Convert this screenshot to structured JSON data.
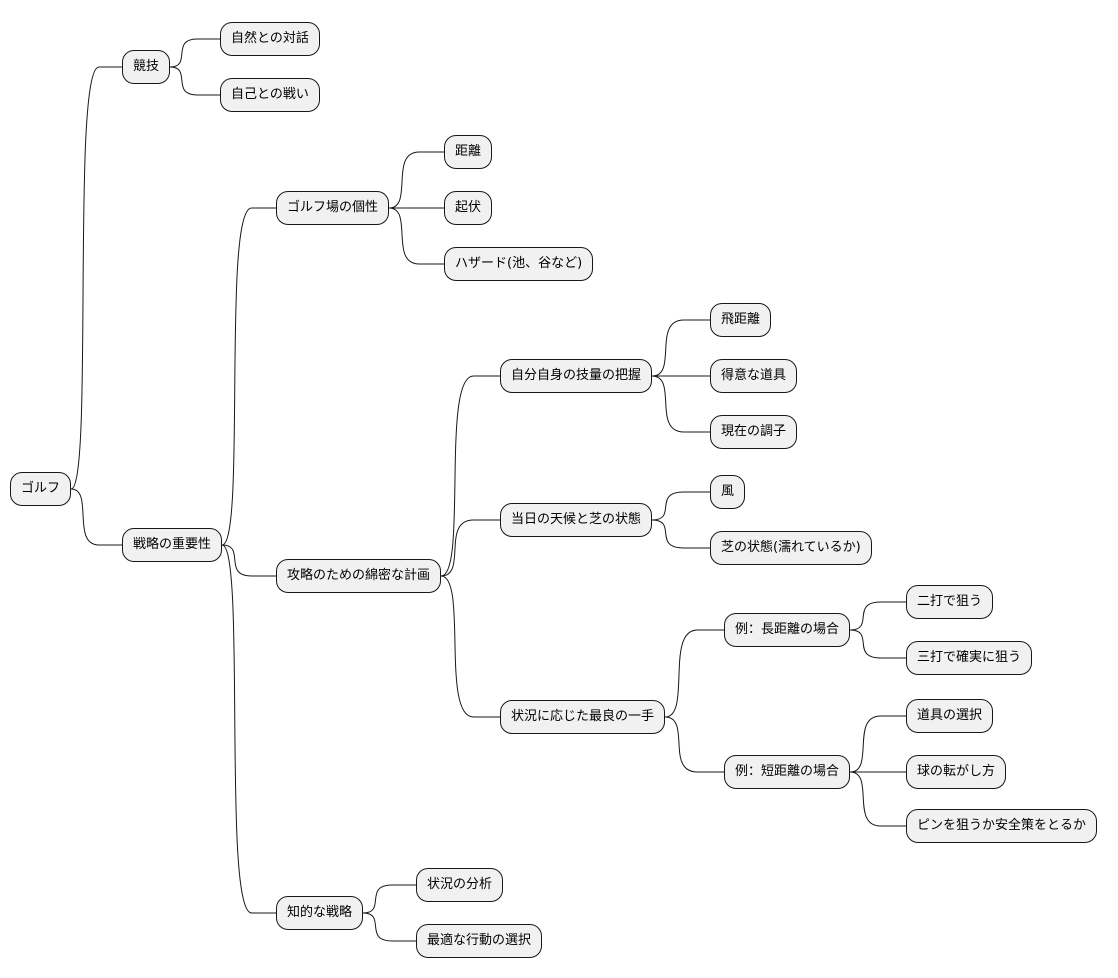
{
  "mindmap": {
    "root": {
      "label": "ゴルフ",
      "children": [
        {
          "label": "競技",
          "children": [
            {
              "label": "自然との対話"
            },
            {
              "label": "自己との戦い"
            }
          ]
        },
        {
          "label": "戦略の重要性",
          "children": [
            {
              "label": "ゴルフ場の個性",
              "children": [
                {
                  "label": "距離"
                },
                {
                  "label": "起伏"
                },
                {
                  "label": "ハザード(池、谷など)"
                }
              ]
            },
            {
              "label": "攻略のための綿密な計画",
              "children": [
                {
                  "label": "自分自身の技量の把握",
                  "children": [
                    {
                      "label": "飛距離"
                    },
                    {
                      "label": "得意な道具"
                    },
                    {
                      "label": "現在の調子"
                    }
                  ]
                },
                {
                  "label": "当日の天候と芝の状態",
                  "children": [
                    {
                      "label": "風"
                    },
                    {
                      "label": "芝の状態(濡れているか)"
                    }
                  ]
                },
                {
                  "label": "状況に応じた最良の一手",
                  "children": [
                    {
                      "label": "例：長距離の場合",
                      "children": [
                        {
                          "label": "二打で狙う"
                        },
                        {
                          "label": "三打で確実に狙う"
                        }
                      ]
                    },
                    {
                      "label": "例：短距離の場合",
                      "children": [
                        {
                          "label": "道具の選択"
                        },
                        {
                          "label": "球の転がし方"
                        },
                        {
                          "label": "ピンを狙うか安全策をとるか"
                        }
                      ]
                    }
                  ]
                }
              ]
            },
            {
              "label": "知的な戦略",
              "children": [
                {
                  "label": "状況の分析"
                },
                {
                  "label": "最適な行動の選択"
                }
              ]
            }
          ]
        }
      ]
    }
  }
}
